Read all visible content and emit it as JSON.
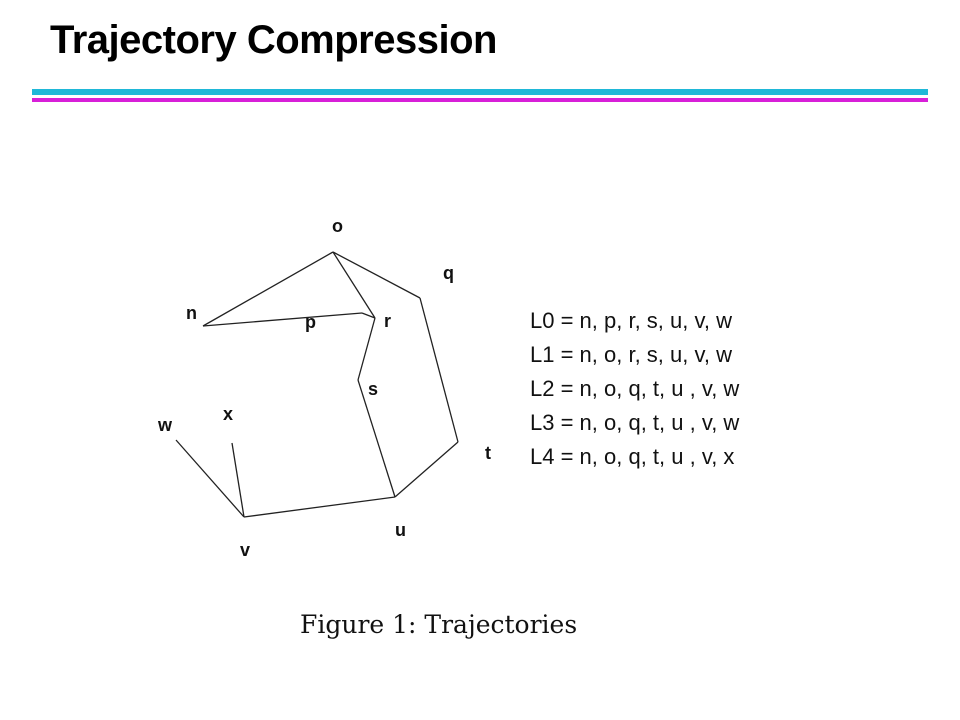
{
  "slide": {
    "title": "Trajectory Compression",
    "rule_colors": {
      "top": "#1fb8d8",
      "bottom": "#d81fd8"
    }
  },
  "diagram": {
    "nodes": [
      {
        "id": "n",
        "label": "n"
      },
      {
        "id": "o",
        "label": "o"
      },
      {
        "id": "p",
        "label": "p"
      },
      {
        "id": "q",
        "label": "q"
      },
      {
        "id": "r",
        "label": "r"
      },
      {
        "id": "s",
        "label": "s"
      },
      {
        "id": "t",
        "label": "t"
      },
      {
        "id": "u",
        "label": "u"
      },
      {
        "id": "v",
        "label": "v"
      },
      {
        "id": "w",
        "label": "w"
      },
      {
        "id": "x",
        "label": "x"
      }
    ],
    "edges": [
      [
        "n",
        "o"
      ],
      [
        "n",
        "p"
      ],
      [
        "p",
        "r"
      ],
      [
        "o",
        "r"
      ],
      [
        "o",
        "q"
      ],
      [
        "r",
        "s"
      ],
      [
        "s",
        "u"
      ],
      [
        "q",
        "t"
      ],
      [
        "t",
        "u"
      ],
      [
        "u",
        "v"
      ],
      [
        "v",
        "w"
      ],
      [
        "v",
        "x"
      ]
    ],
    "trajectories": [
      "L0 = n, p, r, s, u, v, w",
      "L1 = n, o, r, s, u, v, w",
      "L2 = n, o, q, t, u , v, w",
      "L3 = n, o, q, t, u , v, w",
      "L4 = n, o, q, t, u , v, x"
    ],
    "caption": "Figure 1:  Trajectories"
  }
}
